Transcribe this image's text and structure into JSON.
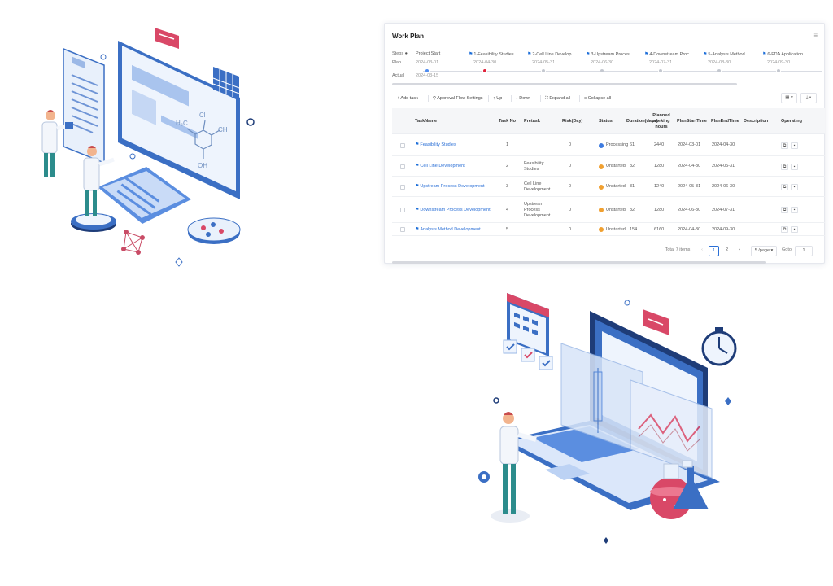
{
  "workplan": {
    "title": "Work Plan",
    "row_labels": {
      "steps": "Steps",
      "plan": "Plan",
      "actual": "Actual"
    },
    "steps": [
      {
        "label": "Project Start",
        "flag": false,
        "plan": "2024-03-01",
        "actual": "2024-03-15",
        "dot": "blue"
      },
      {
        "label": "1-Feasibility Studies",
        "flag": true,
        "plan": "2024-04-30",
        "actual": "",
        "dot": "red"
      },
      {
        "label": "2-Cell Line Develop...",
        "flag": true,
        "plan": "2024-05-31",
        "actual": "",
        "dot": "grey"
      },
      {
        "label": "3-Upstream Proces...",
        "flag": true,
        "plan": "2024-06-30",
        "actual": "",
        "dot": "grey"
      },
      {
        "label": "4-Downstream Proc...",
        "flag": true,
        "plan": "2024-07-31",
        "actual": "",
        "dot": "grey"
      },
      {
        "label": "5-Analysis Method ...",
        "flag": true,
        "plan": "2024-08-30",
        "actual": "",
        "dot": "grey"
      },
      {
        "label": "6-FDA Application ...",
        "flag": true,
        "plan": "2024-09-30",
        "actual": "",
        "dot": "grey"
      }
    ],
    "toolbar": {
      "add_task": "+ Add task",
      "approval": "Approval Flow Settings",
      "up": "Up",
      "down": "Down",
      "expand": "Expand all",
      "collapse": "Collapse all"
    },
    "columns": {
      "taskname": "TaskName",
      "taskno": "Task No",
      "pretask": "Pretask",
      "risk": "Risk(Day)",
      "status": "Status",
      "duration": "Duration(days)",
      "planned_hours": "Planned working hours",
      "start": "PlanStartTime",
      "end": "PlanEndTime",
      "description": "Description",
      "operating": "Operating"
    },
    "rows": [
      {
        "name": "Feasibility Studies",
        "no": "1",
        "pretask": "",
        "risk": "0",
        "status": "Processing",
        "status_color": "#3d7be0",
        "duration": "61",
        "hours": "2440",
        "start": "2024-03-01",
        "end": "2024-04-30"
      },
      {
        "name": "Cell Line Development",
        "no": "2",
        "pretask": "Feasibility Studies",
        "risk": "0",
        "status": "Unstarted",
        "status_color": "#f0a030",
        "duration": "32",
        "hours": "1280",
        "start": "2024-04-30",
        "end": "2024-05-31"
      },
      {
        "name": "Upstream Process Development",
        "no": "3",
        "pretask": "Cell Line Development",
        "risk": "0",
        "status": "Unstarted",
        "status_color": "#f0a030",
        "duration": "31",
        "hours": "1240",
        "start": "2024-05-31",
        "end": "2024-06-30"
      },
      {
        "name": "Downstream Process Development",
        "no": "4",
        "pretask": "Upstream Process Development",
        "risk": "0",
        "status": "Unstarted",
        "status_color": "#f0a030",
        "duration": "32",
        "hours": "1280",
        "start": "2024-06-30",
        "end": "2024-07-31"
      },
      {
        "name": "Analysis Method Development",
        "no": "5",
        "pretask": "",
        "risk": "0",
        "status": "Unstarted",
        "status_color": "#f0a030",
        "duration": "154",
        "hours": "6160",
        "start": "2024-04-30",
        "end": "2024-09-30"
      }
    ],
    "pager": {
      "total": "Total 7 items",
      "prev": "‹",
      "page1": "1",
      "page2": "2",
      "next": "›",
      "page_size": "5 /page",
      "goto_label": "Goto",
      "goto_value": "1"
    }
  }
}
